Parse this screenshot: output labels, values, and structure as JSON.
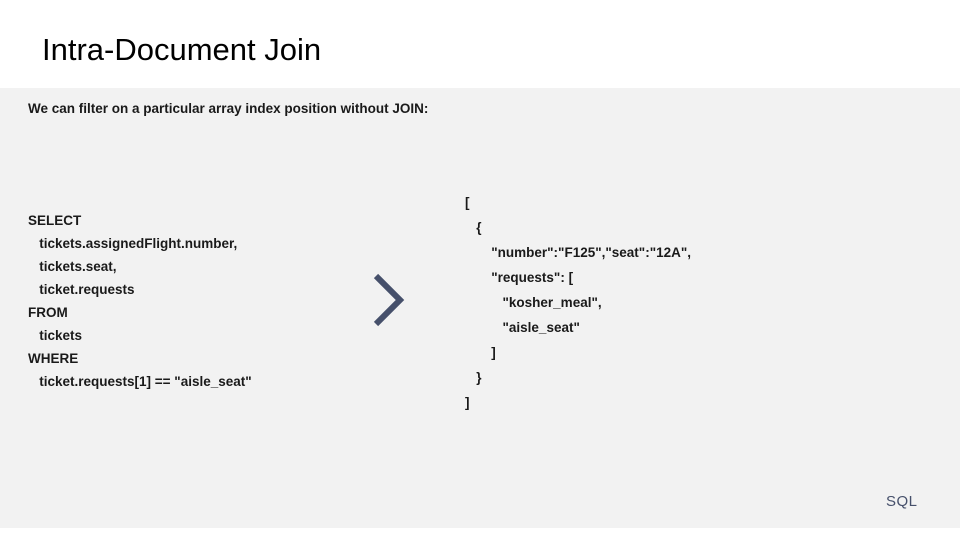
{
  "slide": {
    "title": "Intra-Document Join",
    "subtitle": "We can filter on a particular array index position without JOIN:",
    "corner_tag": "SQL",
    "colors": {
      "title_text": "#000000",
      "body_text": "#1a1a1a",
      "title_band_bg": "#ffffff",
      "content_bg": "#f2f2f2",
      "accent": "#46506b"
    }
  },
  "sql_query": {
    "lines": [
      "SELECT",
      "   tickets.assignedFlight.number,",
      "   tickets.seat,",
      "   ticket.requests",
      "FROM",
      "   tickets",
      "WHERE",
      "   ticket.requests[1] == \"aisle_seat\""
    ]
  },
  "json_result": {
    "lines": [
      "[",
      "   {",
      "       \"number\":\"F125\",\"seat\":\"12A\",",
      "       \"requests\": [",
      "          \"kosher_meal\",",
      "          \"aisle_seat\"",
      "       ]",
      "   }",
      "]"
    ]
  },
  "arrow": {
    "icon": "chevron-right-icon",
    "color": "#46506b"
  }
}
